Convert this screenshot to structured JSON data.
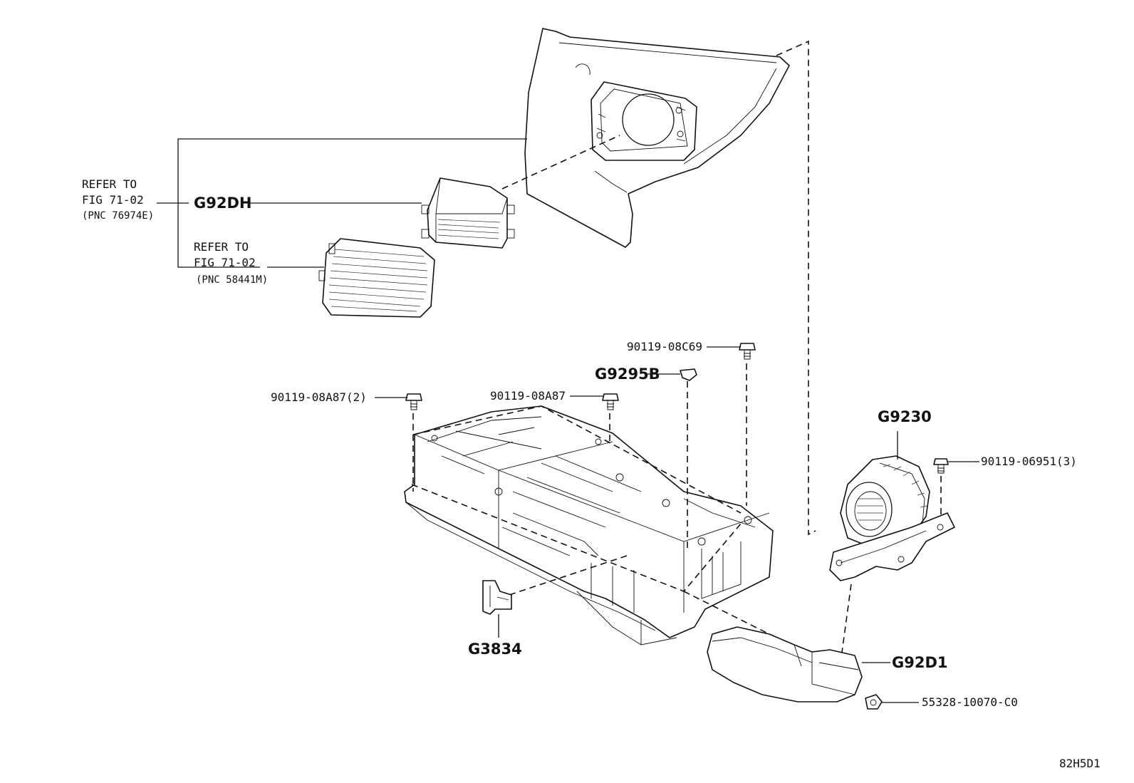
{
  "labels": {
    "refer1_line1": "REFER TO",
    "refer1_line2": "FIG 71-02",
    "refer1_pnc": "(PNC 76974E)",
    "refer2_line1": "REFER TO",
    "refer2_line2": "FIG 71-02",
    "refer2_pnc": "(PNC 58441M)",
    "g92dh": "G92DH",
    "bolt_08c69": "90119-08C69",
    "g9295b": "G9295B",
    "bolt_08a87_2": "90119-08A87(2)",
    "bolt_08a87": "90119-08A87",
    "g9230": "G9230",
    "bolt_06951_3": "90119-06951(3)",
    "g3834": "G3834",
    "g92d1": "G92D1",
    "nut_55328": "55328-10070-C0",
    "diagram_code": "82H5D1"
  }
}
